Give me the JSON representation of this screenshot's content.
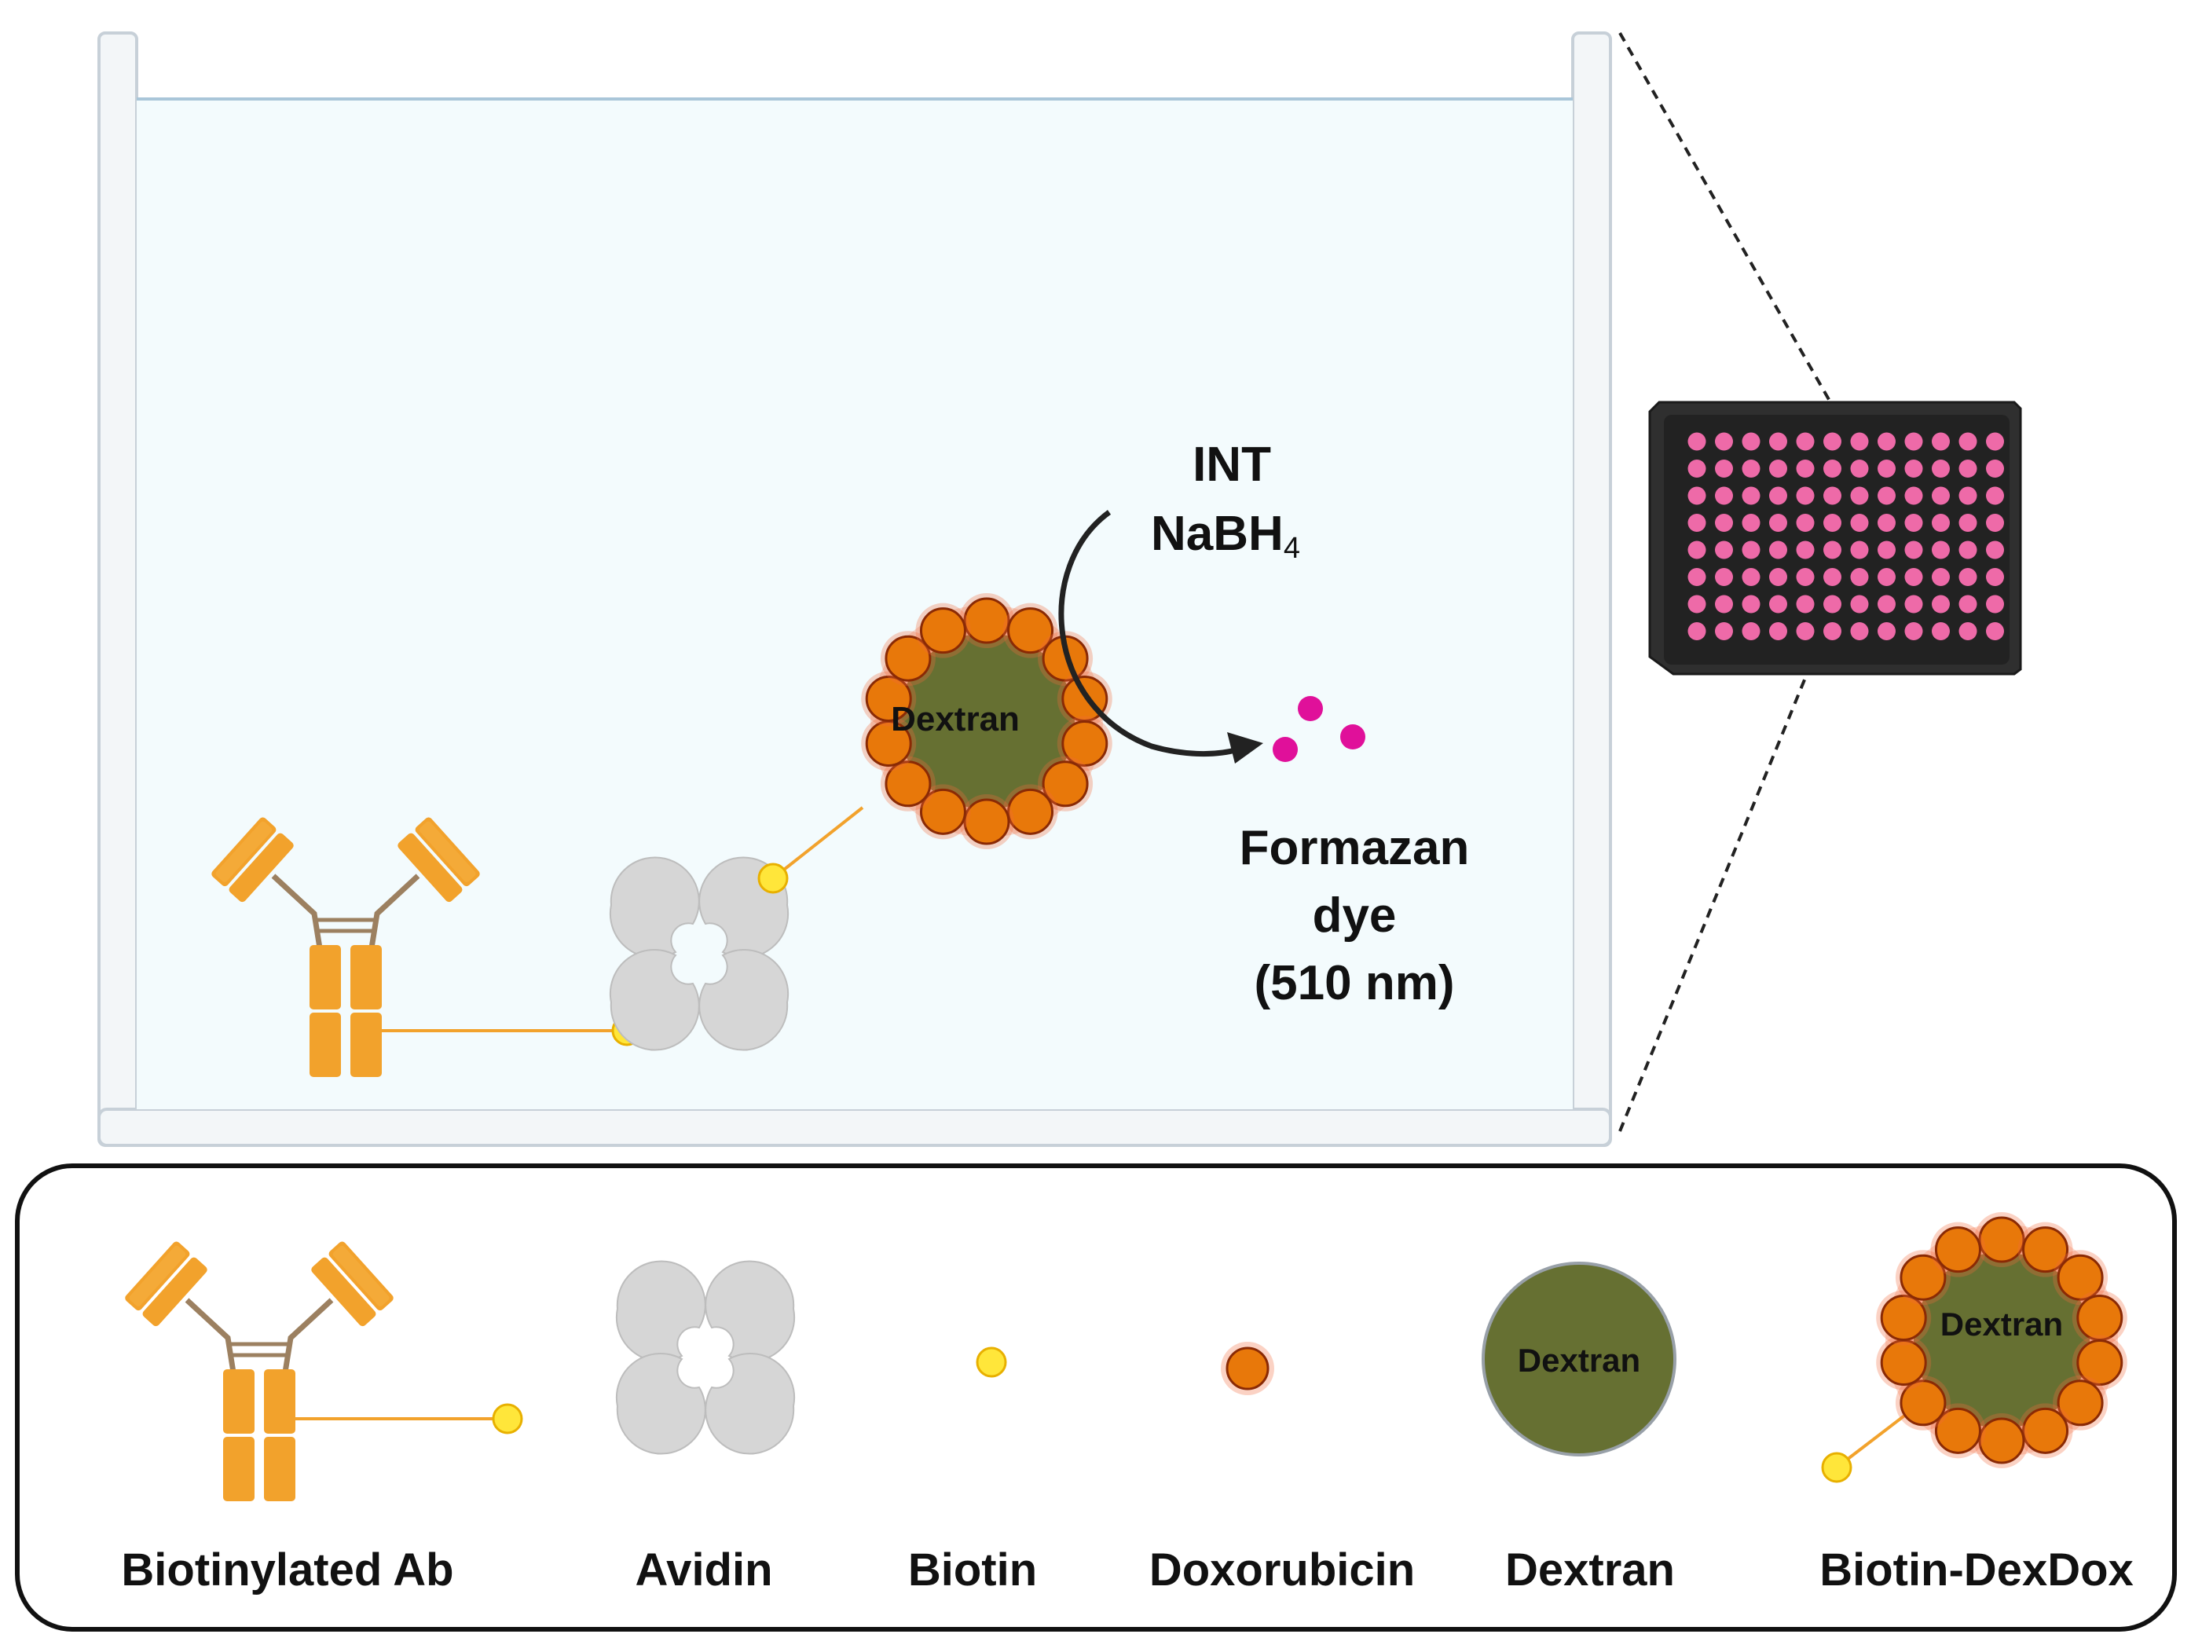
{
  "reaction": {
    "reagent_1": "INT",
    "reagent_2_main": "NaBH",
    "reagent_2_sub": "4",
    "product_line_1": "Formazan",
    "product_line_2": "dye",
    "product_line_3": "(510 nm)"
  },
  "main_dextran_label": "Dextran",
  "legend": {
    "items": [
      {
        "label": "Biotinylated Ab"
      },
      {
        "label": "Avidin"
      },
      {
        "label": "Biotin"
      },
      {
        "label": "Doxorubicin"
      },
      {
        "label": "Dextran",
        "inner_label": "Dextran"
      },
      {
        "label": "Biotin-DexDox",
        "inner_label": "Dextran"
      }
    ]
  },
  "colors": {
    "antibody": "#f2a22c",
    "antibody_hinge": "#9c8060",
    "biotin": "#ffe63a",
    "doxorubicin": "#e8780a",
    "doxorubicin_edge": "#8a2a05",
    "dextran": "#667032",
    "avidin": "#d4d4d4",
    "formazan": "#e0109a",
    "well_liquid": "#f3fbfd",
    "plate": "#2a2a2a",
    "plate_well": "#ee6aa8"
  },
  "icons": [
    "well-icon",
    "antibody-icon",
    "avidin-icon",
    "biotin-icon",
    "doxorubicin-icon",
    "dextran-icon",
    "microplate-icon",
    "reaction-arrow-icon"
  ]
}
